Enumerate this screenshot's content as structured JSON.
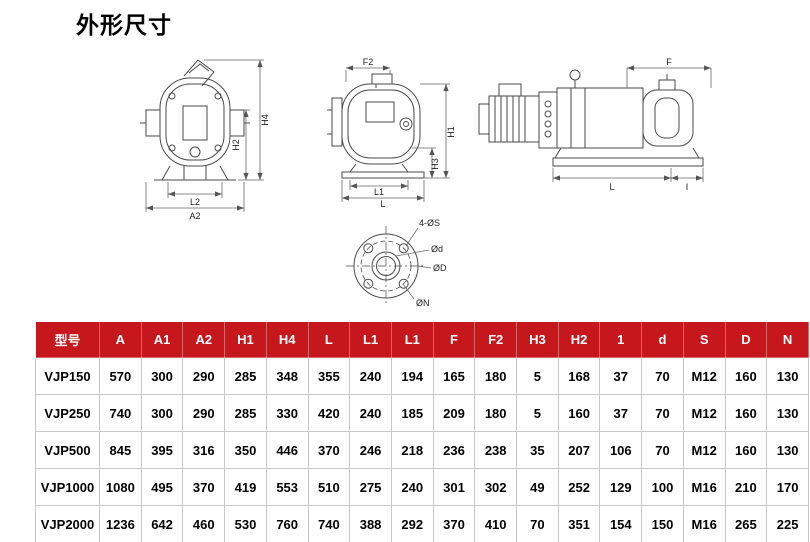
{
  "page": {
    "title": "外形尺寸"
  },
  "colors": {
    "table_header_bg": "#c6171c",
    "table_header_text": "#ffffff",
    "line_color": "#4a4a4a"
  },
  "drawings": {
    "front_view": {
      "labels": {
        "h4": "H4",
        "h2": "H2",
        "l2": "L2",
        "a2": "A2"
      }
    },
    "side_view": {
      "labels": {
        "f2": "F2",
        "h1": "H1",
        "h3": "H3",
        "l1": "L1",
        "l": "L"
      }
    },
    "assembly_view": {
      "labels": {
        "f": "F",
        "l": "L",
        "i": "I"
      }
    },
    "flange_view": {
      "labels": {
        "bolt": "4-ØS",
        "d_small": "Ød",
        "d_large": "ØD",
        "n": "ØN"
      }
    }
  },
  "table": {
    "headers": [
      "型号",
      "A",
      "A1",
      "A2",
      "H1",
      "H4",
      "L",
      "L1",
      "L1",
      "F",
      "F2",
      "H3",
      "H2",
      "1",
      "d",
      "S",
      "D",
      "N"
    ],
    "rows": [
      [
        "VJP150",
        "570",
        "300",
        "290",
        "285",
        "348",
        "355",
        "240",
        "194",
        "165",
        "180",
        "5",
        "168",
        "37",
        "70",
        "M12",
        "160",
        "130"
      ],
      [
        "VJP250",
        "740",
        "300",
        "290",
        "285",
        "330",
        "420",
        "240",
        "185",
        "209",
        "180",
        "5",
        "160",
        "37",
        "70",
        "M12",
        "160",
        "130"
      ],
      [
        "VJP500",
        "845",
        "395",
        "316",
        "350",
        "446",
        "370",
        "246",
        "218",
        "236",
        "238",
        "35",
        "207",
        "106",
        "70",
        "M12",
        "160",
        "130"
      ],
      [
        "VJP1000",
        "1080",
        "495",
        "370",
        "419",
        "553",
        "510",
        "275",
        "240",
        "301",
        "302",
        "49",
        "252",
        "129",
        "100",
        "M16",
        "210",
        "170"
      ],
      [
        "VJP2000",
        "1236",
        "642",
        "460",
        "530",
        "760",
        "740",
        "388",
        "292",
        "370",
        "410",
        "70",
        "351",
        "154",
        "150",
        "M16",
        "265",
        "225"
      ]
    ]
  }
}
